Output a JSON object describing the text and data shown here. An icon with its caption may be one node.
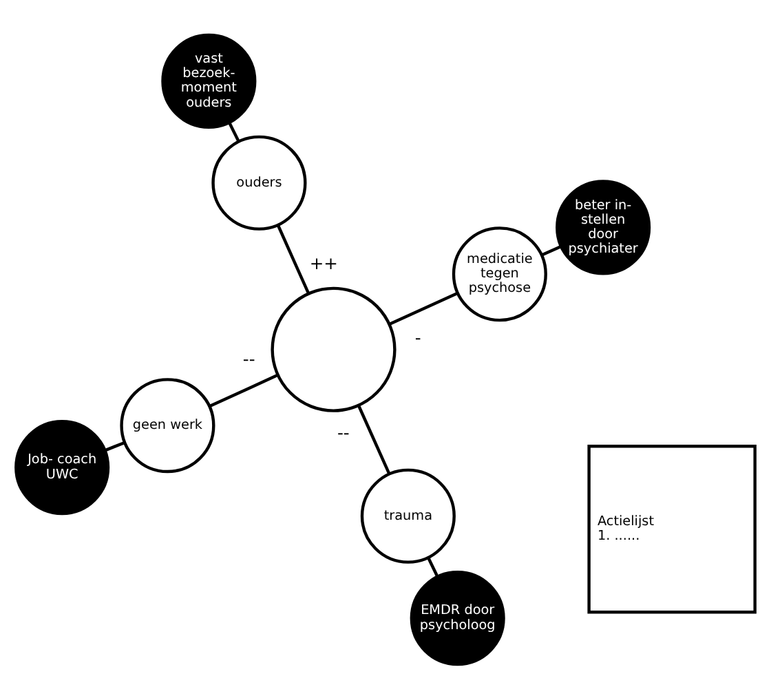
{
  "diagram": {
    "nodes": [
      {
        "text": [],
        "shape": "person"
      },
      {
        "text": [
          "medicatie tegen psychose"
        ]
      },
      {
        "text": [
          "beter in- stellen door psychiater"
        ]
      },
      {
        "text": [
          "geen werk"
        ]
      },
      {
        "text": [
          "Job- coach UWC"
        ]
      },
      {
        "text": [
          "trauma"
        ]
      },
      {
        "text": [
          "EMDR door psycholoog"
        ]
      },
      {
        "text": [
          "ouders"
        ]
      },
      {
        "text": [
          "vast bezoek- moment ouders"
        ]
      },
      {
        "text": [
          "Actielijst",
          "1. ......"
        ]
      }
    ],
    "edges": [
      {
        "from": 0,
        "to": 1,
        "arrow": "none",
        "label": "-"
      },
      {
        "from": 1,
        "to": 2,
        "arrow": "none"
      },
      {
        "from": 0,
        "to": 3,
        "arrow": "none",
        "label": "--"
      },
      {
        "from": 3,
        "to": 4,
        "arrow": "none"
      },
      {
        "from": 0,
        "to": 5,
        "arrow": "none",
        "label": "--"
      },
      {
        "from": 5,
        "to": 6,
        "arrow": "none"
      },
      {
        "from": 0,
        "to": 7,
        "arrow": "none",
        "label": "++"
      },
      {
        "from": 7,
        "to": 8,
        "arrow": "none"
      }
    ]
  }
}
